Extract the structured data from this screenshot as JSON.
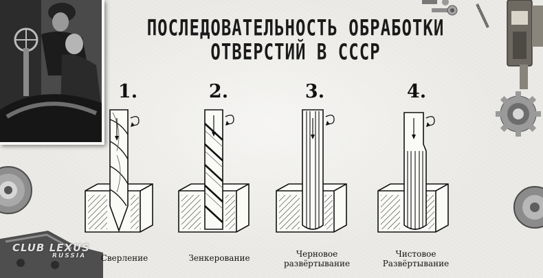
{
  "title": {
    "line1": "ПОСЛЕДОВАТЕЛЬНОСТЬ ОБРАБОТКИ",
    "line2": "ОТВЕРСТИЙ В СССР"
  },
  "steps": [
    {
      "number": "1.",
      "label": "Сверление",
      "tool": "twist-drill"
    },
    {
      "number": "2.",
      "label": "Зенкерование",
      "tool": "countersink"
    },
    {
      "number": "3.",
      "label_lines": [
        "Черновое",
        "развёртывание"
      ],
      "tool": "rough-reamer"
    },
    {
      "number": "4.",
      "label_lines": [
        "Чистовое",
        "Развёртывание"
      ],
      "tool": "finish-reamer"
    }
  ],
  "watermark": {
    "line1": "CLUB LEXUS",
    "line2": "RUSSIA"
  },
  "icons": [
    "gear-icon",
    "bolt-icon",
    "screw-icon",
    "caliper-icon",
    "cog-icon"
  ],
  "colors": {
    "ink": "#111111",
    "paper": "#ebeae6"
  }
}
